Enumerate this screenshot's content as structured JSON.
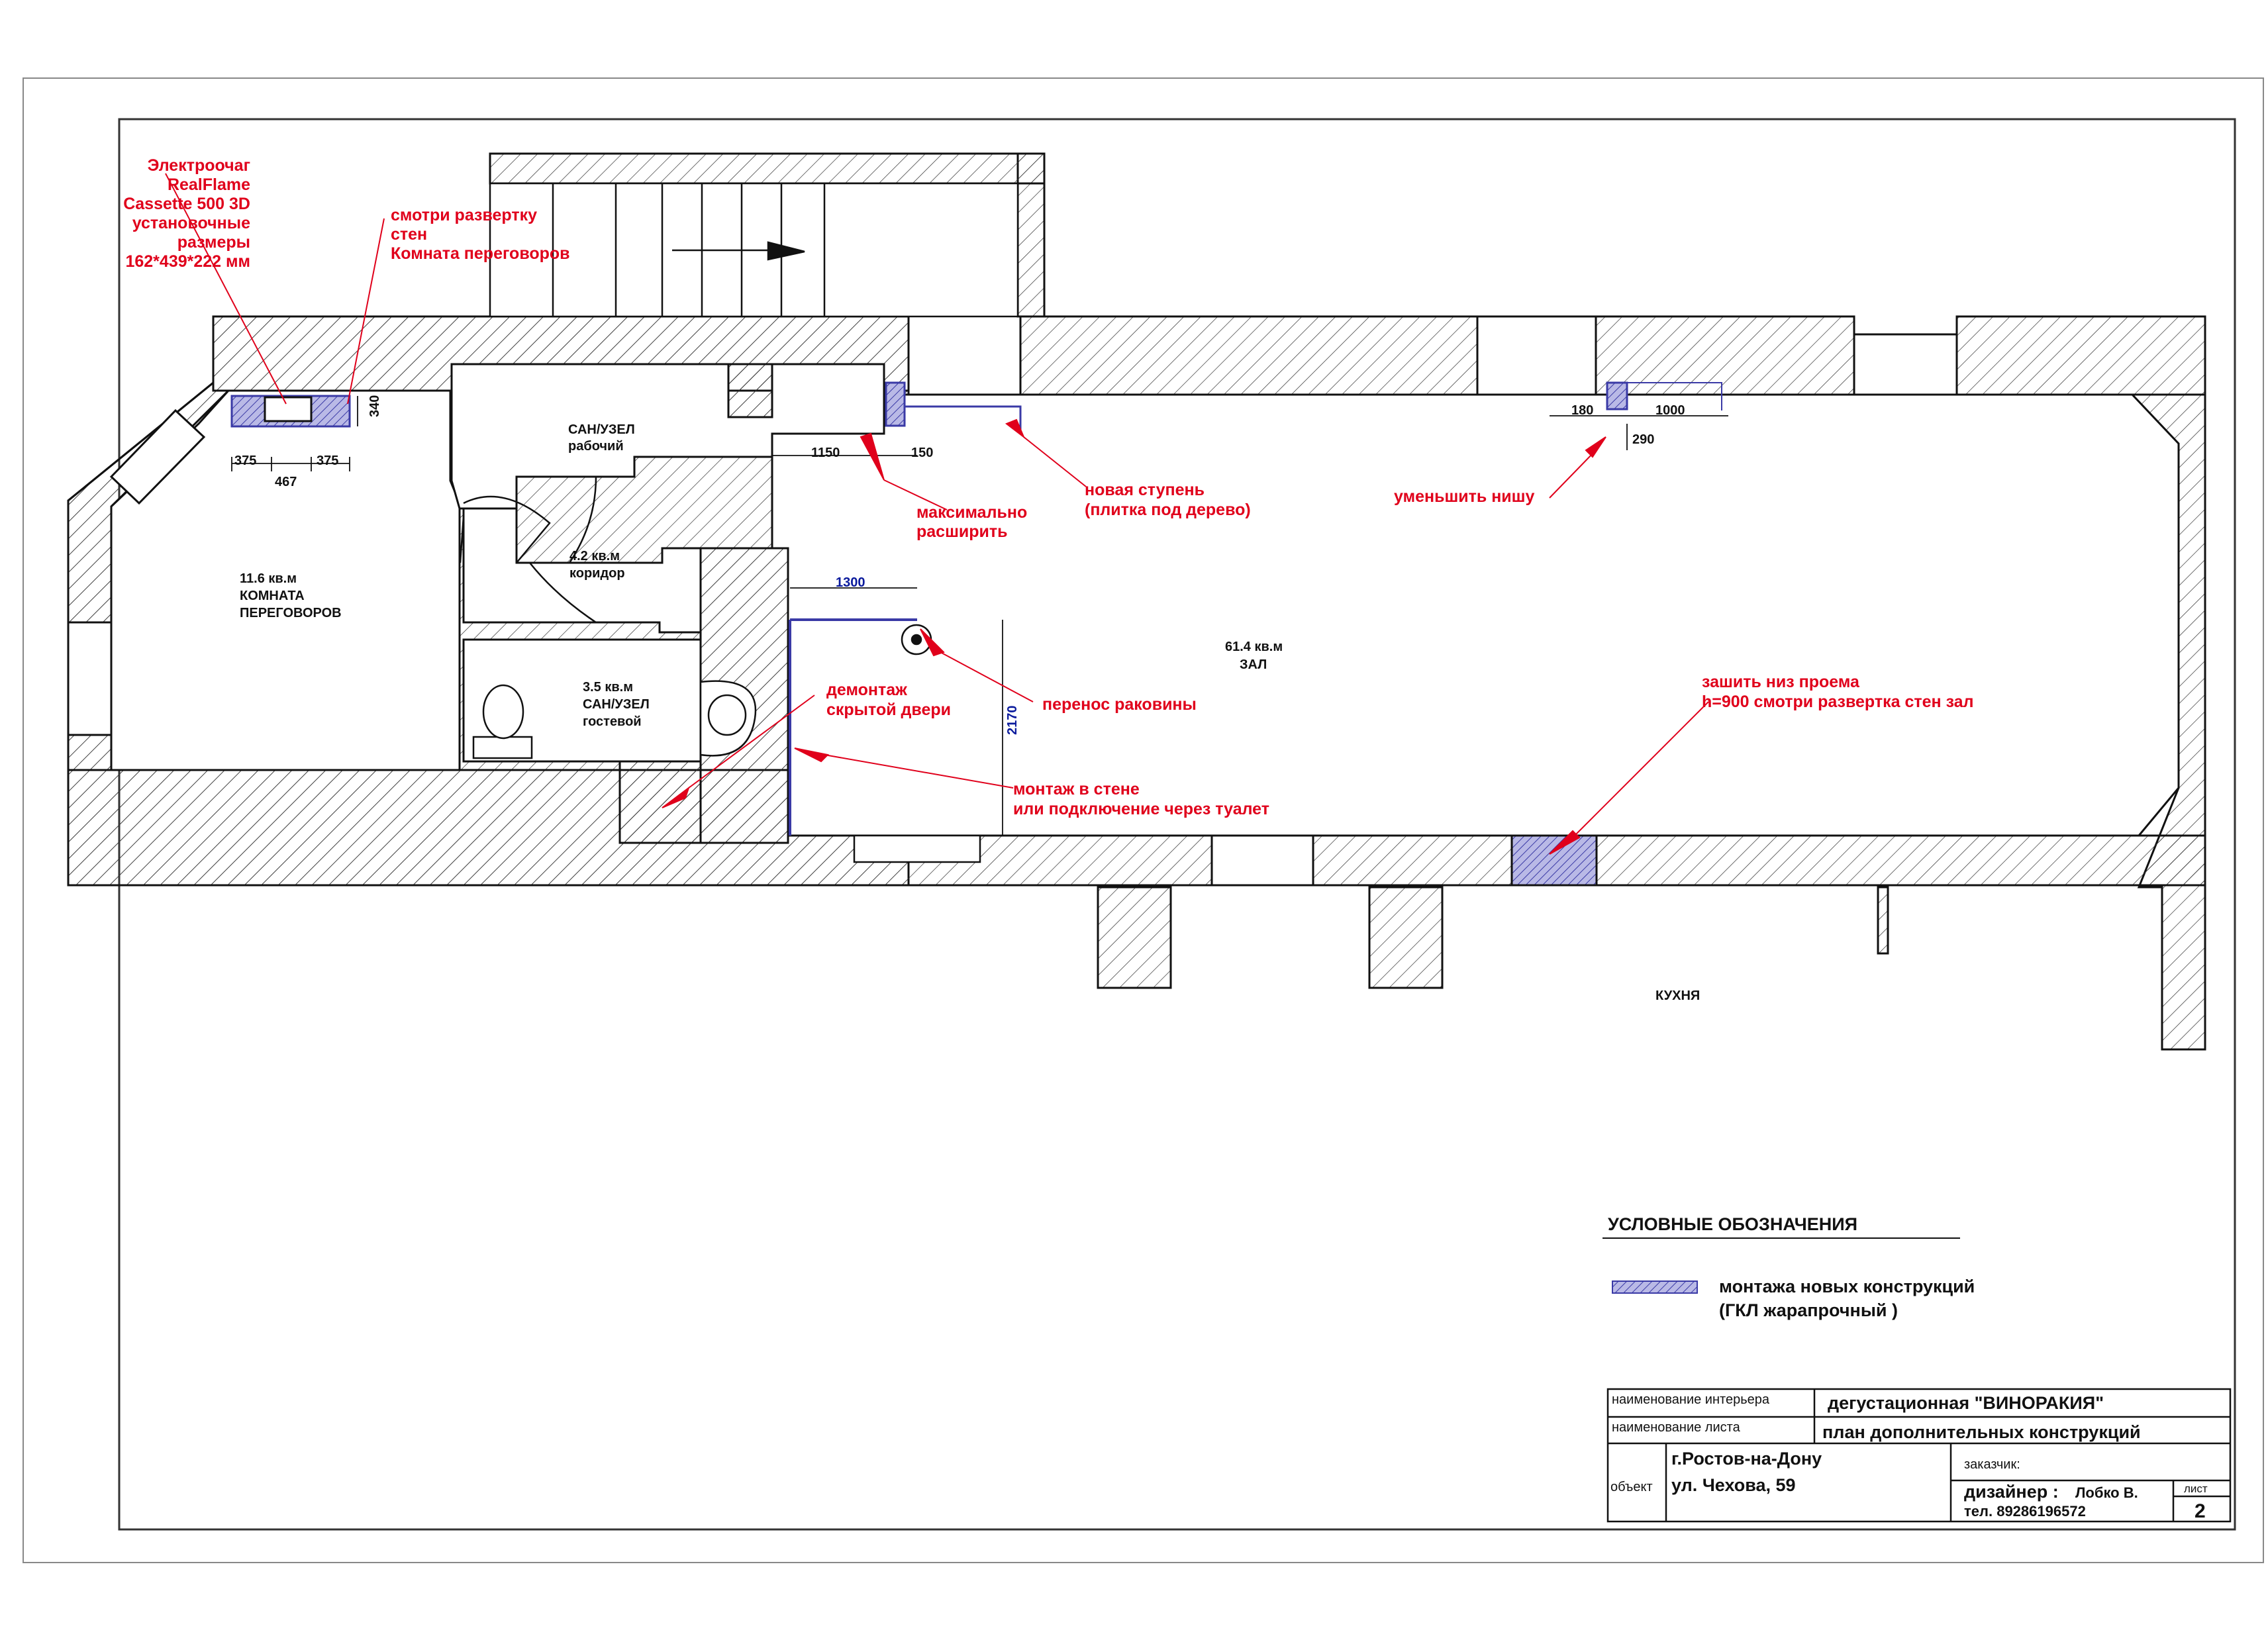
{
  "annotations": {
    "fireplace": [
      "Электроочаг",
      "RealFlame",
      "Cassette 500 3D",
      "установочные",
      "размеры",
      "162*439*222 мм"
    ],
    "see_wall_unfold": [
      "смотри развертку",
      "стен",
      "Комната переговоров"
    ],
    "maximize": [
      "максимально",
      "расширить"
    ],
    "new_step": [
      "новая ступень",
      "(плитка под дерево)"
    ],
    "reduce_niche": "уменьшить нишу",
    "move_sink": "перенос раковины",
    "dismantle_door": [
      "демонтаж",
      "скрытой двери"
    ],
    "wall_mount": [
      "монтаж  в стене",
      "или подключение через туалет"
    ],
    "sew_up_opening": [
      "зашить низ проема",
      "h=900 смотри развертка стен зал"
    ]
  },
  "rooms": {
    "meeting": [
      "11.6 кв.м",
      "КОМНАТА",
      "ПЕРЕГОВОРОВ"
    ],
    "wc_work": [
      "САН/УЗЕЛ",
      "рабочий"
    ],
    "corridor": [
      "4.2 кв.м",
      "коридор"
    ],
    "wc_guest": [
      "3.5 кв.м",
      "САН/УЗЕЛ",
      "гостевой"
    ],
    "hall": [
      "61.4 кв.м",
      "ЗАЛ"
    ],
    "kitchen": "КУХНЯ"
  },
  "dimensions": {
    "d340": "340",
    "d375a": "375",
    "d467": "467",
    "d375b": "375",
    "d1150": "1150",
    "d150": "150",
    "d180": "180",
    "d1000": "1000",
    "d290": "290",
    "d1300": "1300",
    "d2170": "2170"
  },
  "legend": {
    "title": "УСЛОВНЫЕ ОБОЗНАЧЕНИЯ",
    "item_line1": "монтажа новых конструкций",
    "item_line2": "(ГКЛ жарапрочный )"
  },
  "title_block": {
    "interior_name_label": "наименование интерьера",
    "interior_name": "дегустационная  \"ВИНОРАКИЯ\"",
    "sheet_name_label": "наименование листа",
    "sheet_name": "план дополнительных конструкций",
    "object_label": "объект",
    "city": "г.Ростов-на-Дону",
    "address": "ул. Чехова, 59",
    "customer_label": "заказчик:",
    "designer_label": "дизайнер :",
    "designer_name": "Лобко В.",
    "phone": "тел. 89286196572",
    "sheet_label": "лист",
    "sheet_number": "2"
  },
  "colors": {
    "annotation": "#e0001b",
    "new_construction": "#3a3aa6",
    "dimension_blue": "#0a1a9c"
  }
}
